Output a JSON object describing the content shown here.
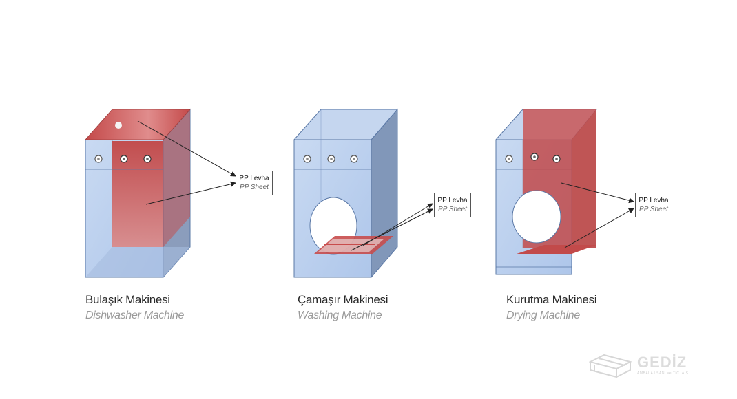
{
  "machines": [
    {
      "title_tr": "Bulaşık Makinesi",
      "title_en": "Dishwasher Machine"
    },
    {
      "title_tr": "Çamaşır Makinesi",
      "title_en": "Washing Machine"
    },
    {
      "title_tr": "Kurutma Makinesi",
      "title_en": "Drying Machine"
    }
  ],
  "label": {
    "tr": "PP Levha",
    "en": "PP Sheet"
  },
  "logo": {
    "name": "GEDİZ",
    "sub": "AMBALAJ SAN. ve TİC. A.Ş."
  },
  "colors": {
    "blue_front": "#b9cfee",
    "blue_side": "#7f93b3",
    "red": "#c65050",
    "outline": "#5a78a6"
  }
}
